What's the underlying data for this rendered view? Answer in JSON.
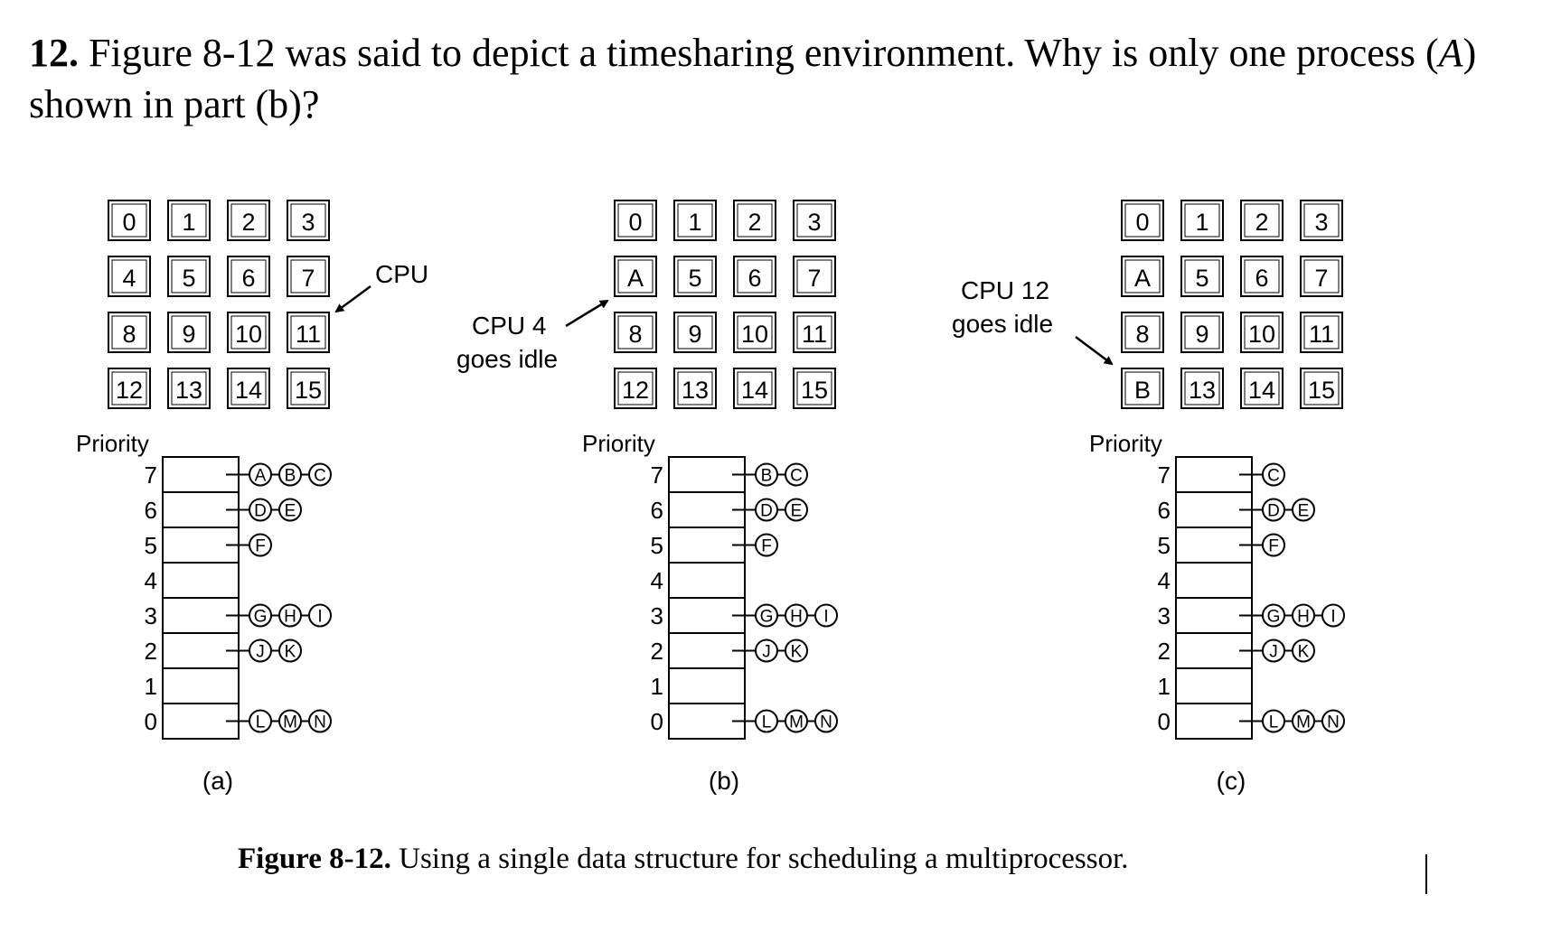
{
  "question": {
    "number": "12.",
    "text_before": " Figure 8-12 was said to depict a timesharing environment. Why is only one process (",
    "italic": "A",
    "text_after": ") shown in part (b)?"
  },
  "figure": {
    "priority_label": "Priority",
    "levels": [
      "7",
      "6",
      "5",
      "4",
      "3",
      "2",
      "1",
      "0"
    ],
    "panels": [
      {
        "label": "(a)",
        "cpus": [
          "0",
          "1",
          "2",
          "3",
          "4",
          "5",
          "6",
          "7",
          "8",
          "9",
          "10",
          "11",
          "12",
          "13",
          "14",
          "15"
        ],
        "annotation": [
          "CPU"
        ],
        "queues": [
          [
            "A",
            "B",
            "C"
          ],
          [
            "D",
            "E"
          ],
          [
            "F"
          ],
          [],
          [
            "G",
            "H",
            "I"
          ],
          [
            "J",
            "K"
          ],
          [],
          [
            "L",
            "M",
            "N"
          ]
        ]
      },
      {
        "label": "(b)",
        "cpus": [
          "0",
          "1",
          "2",
          "3",
          "A",
          "5",
          "6",
          "7",
          "8",
          "9",
          "10",
          "11",
          "12",
          "13",
          "14",
          "15"
        ],
        "annotation": [
          "CPU 4",
          "goes idle"
        ],
        "queues": [
          [
            "B",
            "C"
          ],
          [
            "D",
            "E"
          ],
          [
            "F"
          ],
          [],
          [
            "G",
            "H",
            "I"
          ],
          [
            "J",
            "K"
          ],
          [],
          [
            "L",
            "M",
            "N"
          ]
        ]
      },
      {
        "label": "(c)",
        "cpus": [
          "0",
          "1",
          "2",
          "3",
          "A",
          "5",
          "6",
          "7",
          "8",
          "9",
          "10",
          "11",
          "B",
          "13",
          "14",
          "15"
        ],
        "annotation": [
          "CPU 12",
          "goes idle"
        ],
        "queues": [
          [
            "C"
          ],
          [
            "D",
            "E"
          ],
          [
            "F"
          ],
          [],
          [
            "G",
            "H",
            "I"
          ],
          [
            "J",
            "K"
          ],
          [],
          [
            "L",
            "M",
            "N"
          ]
        ]
      }
    ]
  },
  "caption": {
    "label": "Figure 8-12.",
    "text": "  Using a single data structure for scheduling a multiprocessor."
  }
}
